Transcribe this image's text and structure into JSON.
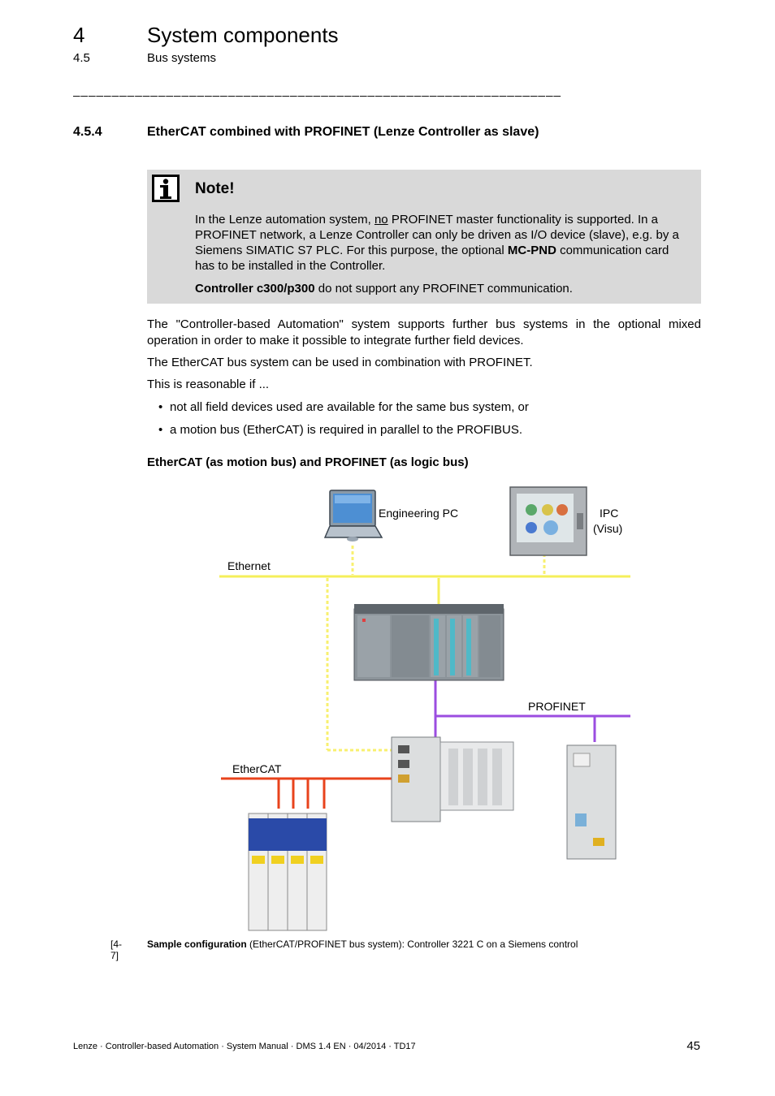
{
  "header": {
    "chapter_number": "4",
    "chapter_title": "System components",
    "section_number": "4.5",
    "section_title": "Bus systems",
    "separator": "_______________________________________________________________"
  },
  "heading": {
    "number": "4.5.4",
    "title": "EtherCAT combined with PROFINET (Lenze Controller as slave)"
  },
  "note": {
    "title": "Note!",
    "p1_a": "In the Lenze automation system, ",
    "p1_u": "no",
    "p1_b": " PROFINET master functionality is supported. In a PROFINET network, a Lenze Controller can only be driven as I/O device (slave), e.g. by a Siemens SIMATIC S7 PLC. For this purpose, the optional ",
    "p1_bold": "MC-PND",
    "p1_c": " communication card has to be installed in the Controller.",
    "p2_bold": "Controller c300/p300",
    "p2_rest": " do not support any PROFINET communication."
  },
  "body": {
    "para1": "The \"Controller-based Automation\" system supports further bus systems in the optional mixed operation in order to make it possible to integrate further field devices.",
    "para2": "The EtherCAT bus system can be used in combination with PROFINET.",
    "para3": "This is reasonable if ...",
    "bullets": [
      "not all field devices used are available for the same bus system, or",
      "a motion bus (EtherCAT) is required in parallel to the PROFIBUS."
    ],
    "bullet_marker": "•",
    "subheading": "EtherCAT (as motion bus) and PROFINET (as logic bus)"
  },
  "figure": {
    "engineering_pc": "Engineering PC",
    "ipc_line1": "IPC",
    "ipc_line2": "(Visu)",
    "ethernet": "Ethernet",
    "profinet": "PROFINET",
    "ethercat": "EtherCAT",
    "colors": {
      "ethernet": "#f5ef5a",
      "profinet": "#9b4de0",
      "ethercat": "#e8431c",
      "ethernet_drop": "#f8f070"
    }
  },
  "caption": {
    "number": "[4-7]",
    "bold": "Sample configuration",
    "rest": " (EtherCAT/PROFINET bus system): Controller 3221 C on a Siemens control"
  },
  "footer": {
    "text": "Lenze · Controller-based Automation · System Manual · DMS 1.4 EN · 04/2014 · TD17",
    "page": "45"
  }
}
